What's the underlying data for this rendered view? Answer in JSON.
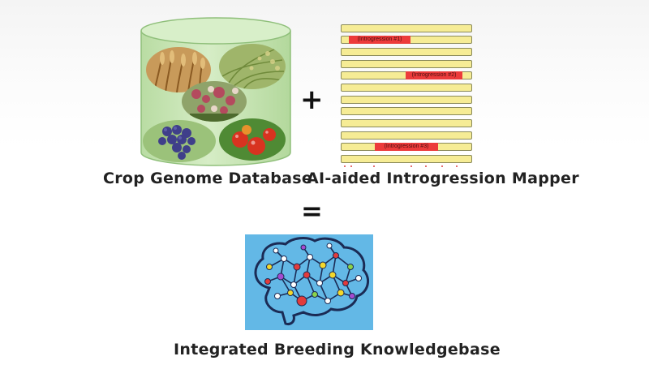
{
  "database": {
    "label": "Crop Genome Database",
    "crops": [
      "wheat-photo",
      "rice-photo",
      "quinoa-photo",
      "grape-photo",
      "tomato-photo"
    ]
  },
  "operator_plus": "+",
  "mapper": {
    "label": "AI-aided Introgression Mapper",
    "introgressions": [
      "(Introgression #1)",
      "(Introgression #2)",
      "(Introgression #3)"
    ]
  },
  "operator_equals": "=",
  "knowledgebase": {
    "label": "Integrated Breeding Knowledgebase"
  },
  "colors": {
    "cylinder_fill": "#c8e6b4",
    "cylinder_edge": "#8fbf7a",
    "chromosome": "#f6ec95",
    "introgression": "#ec3b3b",
    "brain_bg": "#63b8e6"
  }
}
